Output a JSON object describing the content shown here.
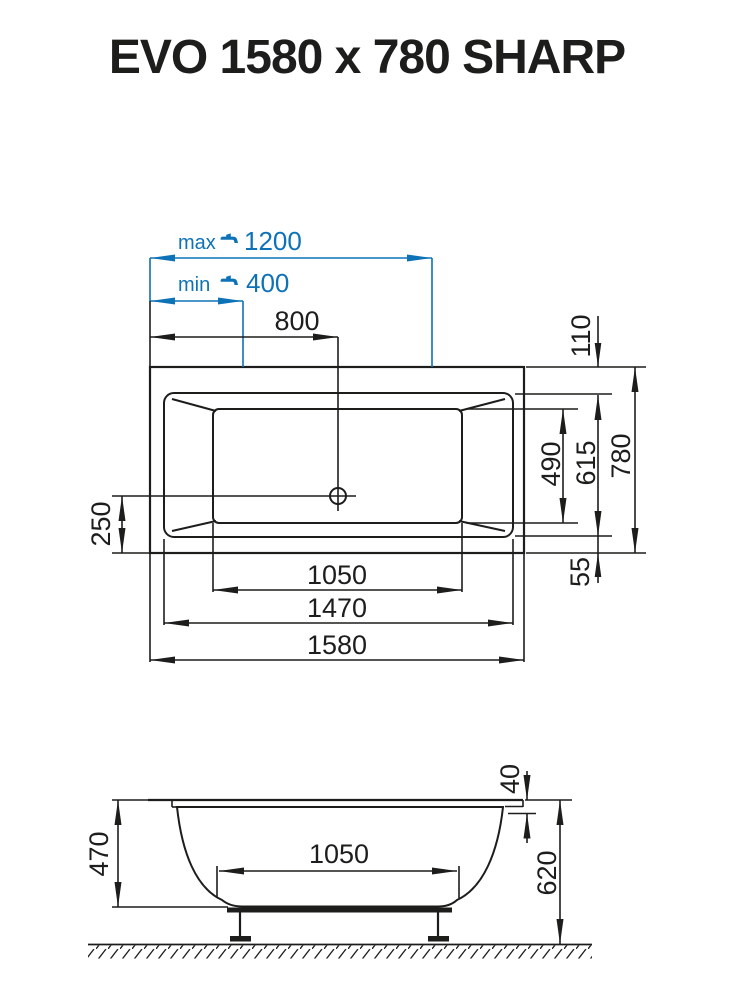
{
  "title": "EVO 1580 x 780 SHARP",
  "colors": {
    "line": "#1d1d1b",
    "accent_blue": "#0e72b7",
    "tub_fill": "#ebeced",
    "basin_fill": "#f1f2f2"
  },
  "icons": {
    "tap": "faucet-icon",
    "drain": "drain-crosshair-icon"
  },
  "top_view": {
    "tap_max": {
      "label": "max",
      "value": "1200"
    },
    "tap_min": {
      "label": "min",
      "value": "400"
    },
    "dims": {
      "d800": "800",
      "d110": "110",
      "d490": "490",
      "d615": "615",
      "d780": "780",
      "d55": "55",
      "d250": "250",
      "d1050": "1050",
      "d1470": "1470",
      "d1580": "1580"
    }
  },
  "side_view": {
    "dims": {
      "d40": "40",
      "d470": "470",
      "d620": "620",
      "d1050": "1050"
    }
  }
}
